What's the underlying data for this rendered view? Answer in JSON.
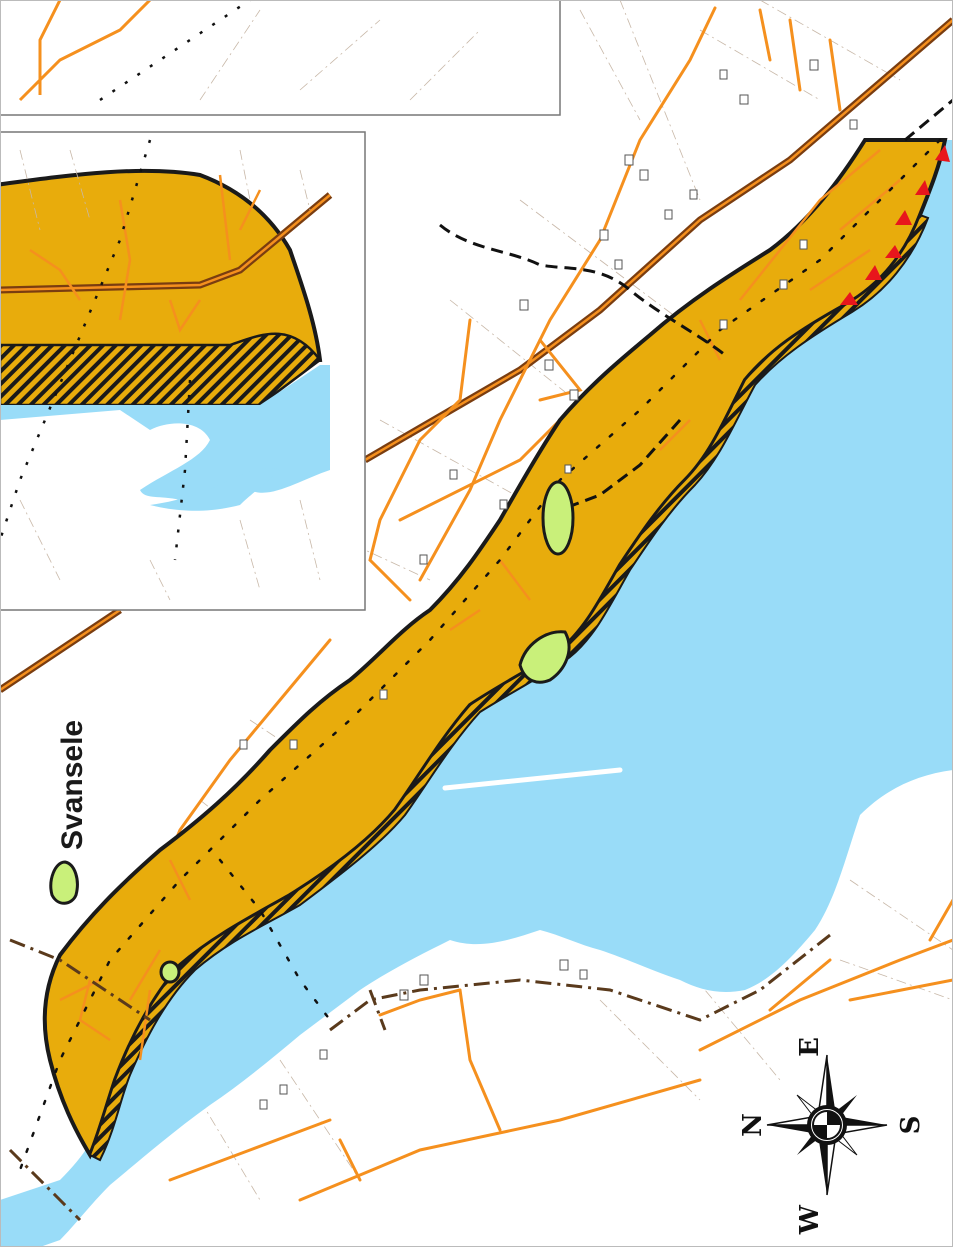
{
  "map": {
    "legend": {
      "label": "Svansele",
      "swatch_color": "#c9f07a"
    },
    "compass": {
      "letters": {
        "top": "E",
        "left": "N",
        "right": "S",
        "bottom": "W"
      }
    },
    "colors": {
      "water": "#99dcf8",
      "zone_fill": "#e8ac0c",
      "road_orange": "#f5901e",
      "highway_brown": "#7a3d10",
      "green_patch": "#c9f07a",
      "boundary_brown": "#5a3a1c",
      "marker_red": "#e8161c"
    }
  }
}
